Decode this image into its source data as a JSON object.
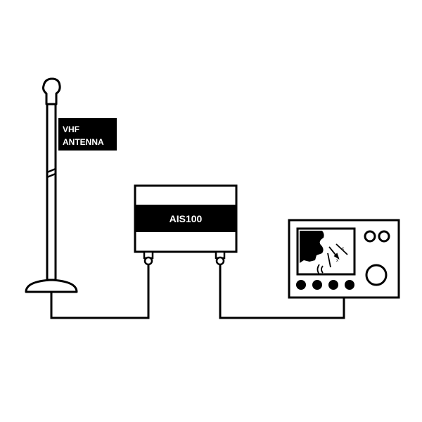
{
  "diagram": {
    "antenna_label_line1": "VHF",
    "antenna_label_line2": "ANTENNA",
    "device_label": "AIS100"
  },
  "colors": {
    "line": "#000000",
    "background": "#ffffff",
    "label_text": "#ffffff"
  },
  "icons": [
    "vhf-antenna-icon",
    "ais-transponder-box-icon",
    "chartplotter-display-icon",
    "cable-connector-icon"
  ]
}
